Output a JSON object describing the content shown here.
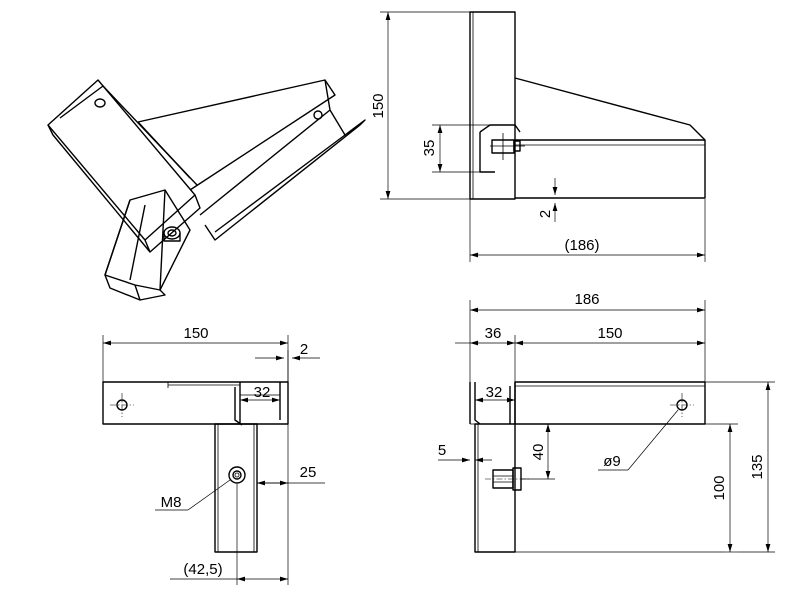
{
  "title": "",
  "views": {
    "side": {
      "height": "150",
      "clamp_height": "35",
      "gap": "2",
      "overall_length": "(186)"
    },
    "plan": {
      "width": "150",
      "thickness": "2",
      "channel_width": "32",
      "offset": "25",
      "thread": "M8",
      "reach": "(42,5)"
    },
    "front": {
      "overall": "186",
      "post": "36",
      "arm": "150",
      "channel_width": "32",
      "edge": "5",
      "bolt_height": "40",
      "hole": "ø9",
      "post_height": "100",
      "total_height": "135"
    }
  }
}
